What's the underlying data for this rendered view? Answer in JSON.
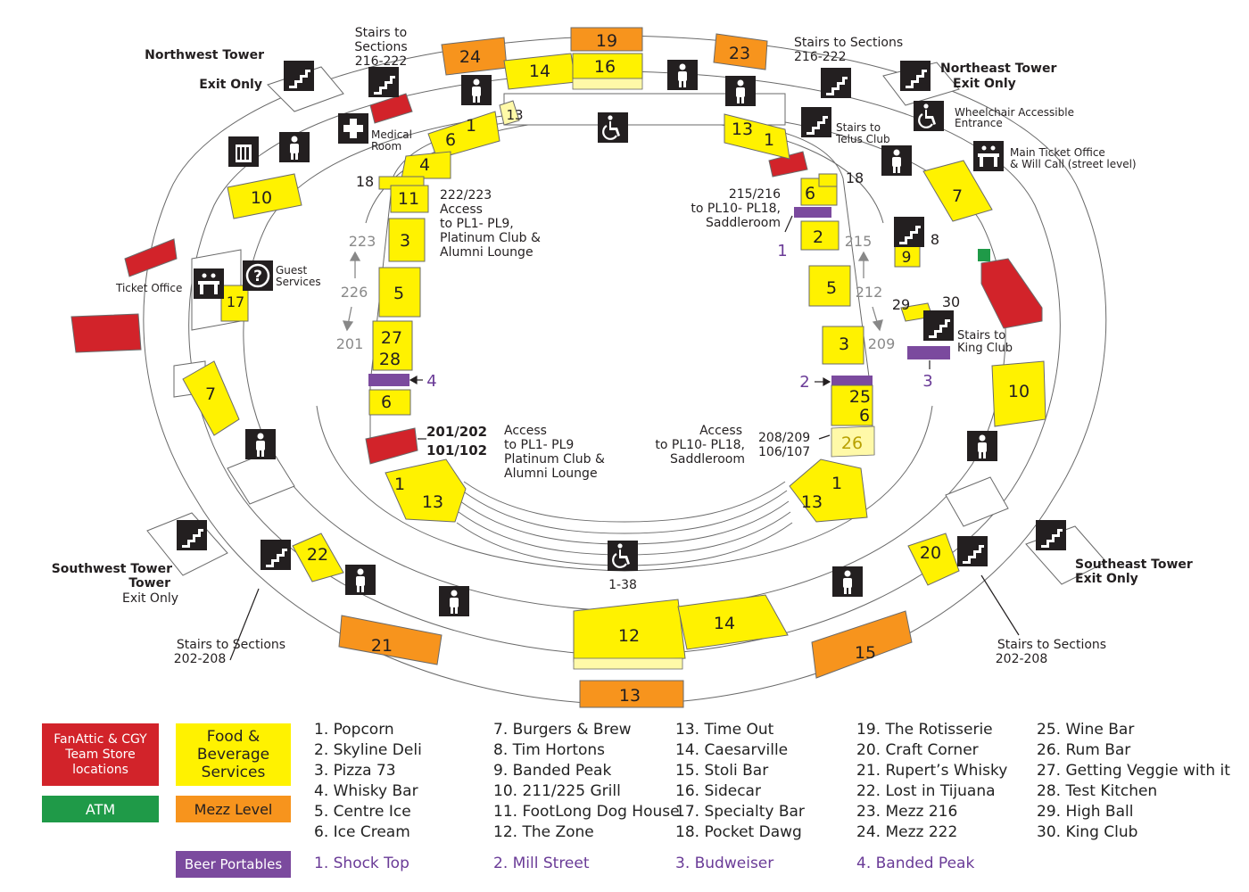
{
  "towers": {
    "northwest": {
      "name": "Northwest Tower",
      "note": "Exit Only"
    },
    "northeast": {
      "name": "Northeast Tower",
      "note": "Exit Only"
    },
    "southwest": {
      "name": "Southwest Tower",
      "note": "Exit Only"
    },
    "southeast": {
      "name": "Southeast Tower",
      "note": "Exit Only"
    }
  },
  "labels": {
    "stairs_nw_1": "Stairs to",
    "stairs_nw_2": "Sections",
    "stairs_nw_3": "216-222",
    "stairs_ne_1": "Stairs to Sections",
    "stairs_ne_2": "216-222",
    "stairs_sw_1": "Stairs to Sections",
    "stairs_sw_2": "202-208",
    "stairs_se_1": "Stairs to Sections",
    "stairs_se_2": "202-208",
    "medical_1": "Medical",
    "medical_2": "Room",
    "telus_1": "Stairs to",
    "telus_2": "Telus Club",
    "wheelchair_1": "Wheelchair Accessible",
    "wheelchair_2": "Entrance",
    "main_ticket_1": "Main Ticket Office",
    "main_ticket_2": "& Will Call (street level)",
    "ticket_office": "Ticket Office",
    "guest_1": "Guest",
    "guest_2": "Services",
    "king_1": "Stairs to",
    "king_2": "King Club",
    "access_222_1": "222/223",
    "access_222_2": "Access",
    "access_222_3": "to PL1- PL9,",
    "access_222_4": "Platinum Club &",
    "access_222_5": "Alumni Lounge",
    "access_215_1": "215/216",
    "access_215_2": "to PL10- PL18,",
    "access_215_3": "Saddleroom",
    "access_201_1": "201/202",
    "access_201_2": "101/102",
    "access_201_3": "Access",
    "access_201_4": "to PL1- PL9",
    "access_201_5": "Platinum Club &",
    "access_201_6": "Alumni Lounge",
    "access_208_1": "Access",
    "access_208_2": "to PL10- PL18,",
    "access_208_3": "Saddleroom",
    "access_208_4": "208/209",
    "access_208_5": "106/107",
    "sec_223": "223",
    "sec_226": "226",
    "sec_201": "201",
    "sec_215": "215",
    "sec_212": "212",
    "sec_209": "209",
    "accessible_seats": "1-38",
    "portable_1": "1",
    "portable_2": "2",
    "portable_3": "3",
    "portable_4": "4"
  },
  "outlets": {
    "o19": "19",
    "o24": "24",
    "o23": "23",
    "o14n": "14",
    "o16": "16",
    "o13n": "13",
    "o1nw": "1",
    "o6nw": "6",
    "o4": "4",
    "o13ne": "13",
    "o1ne": "1",
    "o18w": "18",
    "o18e": "18",
    "o11": "11",
    "o3w": "3",
    "o5w": "5",
    "o27": "27",
    "o28": "28",
    "o6w": "6",
    "o6e": "6",
    "o2": "2",
    "o8": "8",
    "o9": "9",
    "o5e": "5",
    "o29": "29",
    "o30": "30",
    "o3e": "3",
    "o25": "25",
    "o6e2": "6",
    "o26": "26",
    "o10w": "10",
    "o17": "17",
    "o7w": "7",
    "o7e": "7",
    "o10e": "10",
    "o1sw": "1",
    "o13sw": "13",
    "o1se": "1",
    "o13se": "13",
    "o22": "22",
    "o20": "20",
    "o21": "21",
    "o15": "15",
    "o12": "12",
    "o14s": "14",
    "o13s": "13"
  },
  "legend": {
    "fanattic": "FanAttic & CGY Team Store locations",
    "food": "Food & Beverage Services",
    "atm": "ATM",
    "mezz": "Mezz Level",
    "beer": "Beer Portables",
    "col1": [
      "1.  Popcorn",
      "2.  Skyline Deli",
      "3.  Pizza 73",
      "4.  Whisky Bar",
      "5.  Centre Ice",
      "6.  Ice Cream"
    ],
    "col2": [
      "7.  Burgers & Brew",
      "8.  Tim Hortons",
      "9.  Banded Peak",
      "10. 211/225 Grill",
      "11. FootLong Dog House",
      "12. The Zone"
    ],
    "col3": [
      "13. Time Out",
      "14.  Caesarville",
      "15.  Stoli Bar",
      "16.  Sidecar",
      "17.  Specialty Bar",
      "18.  Pocket Dawg"
    ],
    "col4": [
      "19. The Rotisserie",
      "20. Craft Corner",
      "21. Rupert’s Whisky",
      "22. Lost in Tijuana",
      "23. Mezz 216",
      "24. Mezz 222"
    ],
    "col5": [
      "25. Wine Bar",
      "26. Rum Bar",
      "27. Getting Veggie with it",
      "28. Test Kitchen",
      "29. High Ball",
      "30. King Club"
    ],
    "beer_items": [
      "1.  Shock Top",
      "2.  Mill Street",
      "3.  Budweiser",
      "4.  Banded Peak"
    ]
  },
  "colors": {
    "fanattic": "#d2232a",
    "food": "#fff200",
    "atm": "#1f9a48",
    "mezz": "#f7941d",
    "beer": "#7b4a9e",
    "food_light": "#fff9a8",
    "line": "#6a6a6a",
    "icon": "#231f20"
  }
}
